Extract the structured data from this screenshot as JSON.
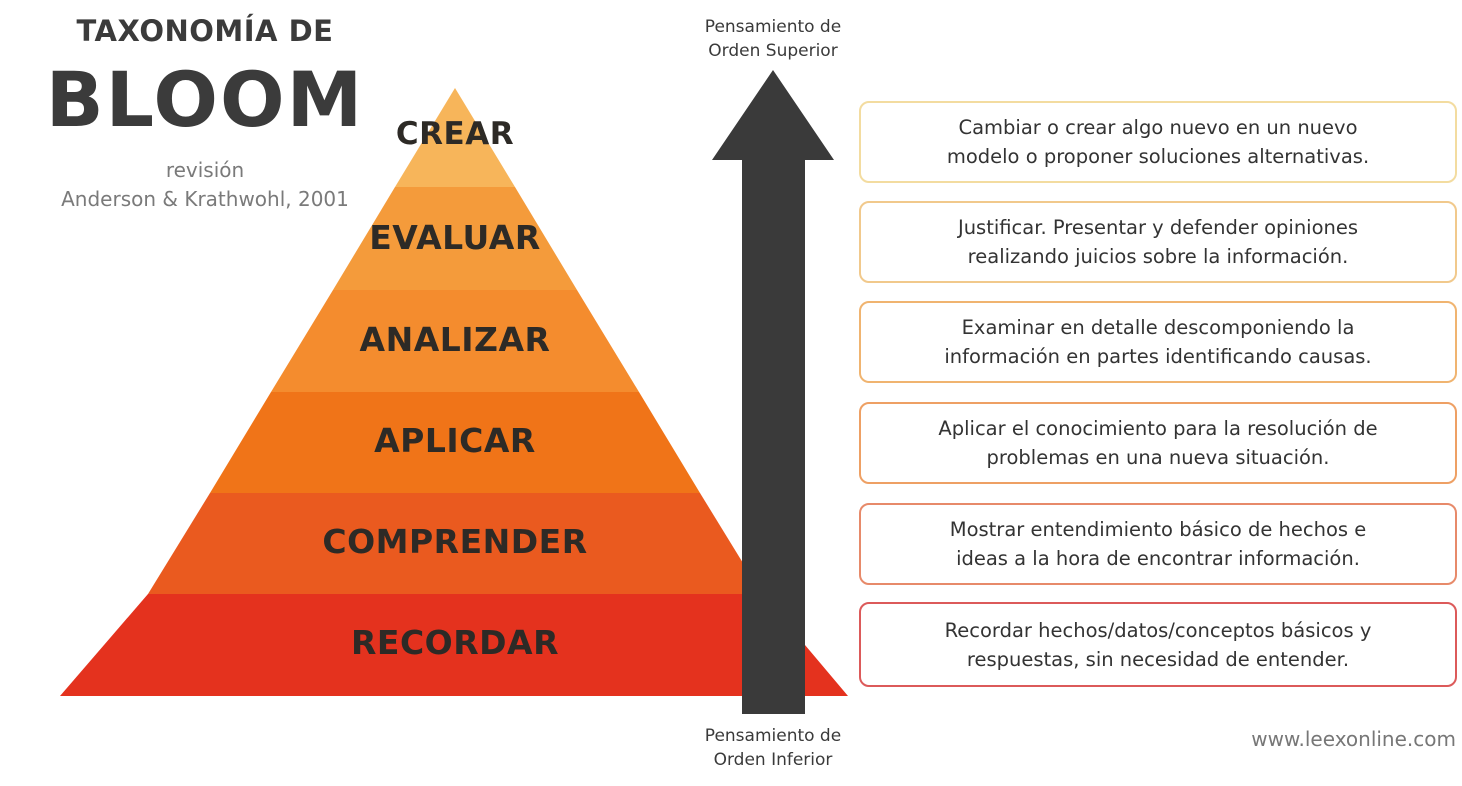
{
  "header": {
    "title_line1": "TAXONOMÍA DE",
    "title_line2": "BLOOM",
    "subtitle_line1": "revisión",
    "subtitle_line2": "Anderson & Krathwohl, 2001"
  },
  "arrow": {
    "top_label_line1": "Pensamiento de",
    "top_label_line2": "Orden Superior",
    "bottom_label_line1": "Pensamiento de",
    "bottom_label_line2": "Orden Inferior",
    "color": "#3a3a3a",
    "icon": "arrow-up-icon"
  },
  "levels": [
    {
      "name": "CREAR",
      "color": "#f7b55a",
      "border_color": "#f3dca0",
      "description_line1": "Cambiar o crear algo nuevo en un nuevo",
      "description_line2": "modelo o proponer soluciones alternativas."
    },
    {
      "name": "EVALUAR",
      "color": "#f49b3b",
      "border_color": "#f1c98c",
      "description_line1": "Justificar. Presentar y defender opiniones",
      "description_line2": "realizando juicios sobre la información."
    },
    {
      "name": "ANALIZAR",
      "color": "#f48c2e",
      "border_color": "#f0b470",
      "description_line1": "Examinar en detalle descomponiendo la",
      "description_line2": "información en partes identificando causas."
    },
    {
      "name": "APLICAR",
      "color": "#f07418",
      "border_color": "#eea064",
      "description_line1": "Aplicar el conocimiento para la resolución de",
      "description_line2": "problemas en una nueva situación."
    },
    {
      "name": "COMPRENDER",
      "color": "#ea5a1f",
      "border_color": "#e78a6a",
      "description_line1": "Mostrar entendimiento básico de hechos e",
      "description_line2": "ideas a la hora de encontrar información."
    },
    {
      "name": "RECORDAR",
      "color": "#e4321e",
      "border_color": "#dc5a5a",
      "description_line1": "Recordar hechos/datos/conceptos básicos y",
      "description_line2": "respuestas, sin necesidad de entender."
    }
  ],
  "footer": {
    "url": "www.leexonline.com"
  }
}
